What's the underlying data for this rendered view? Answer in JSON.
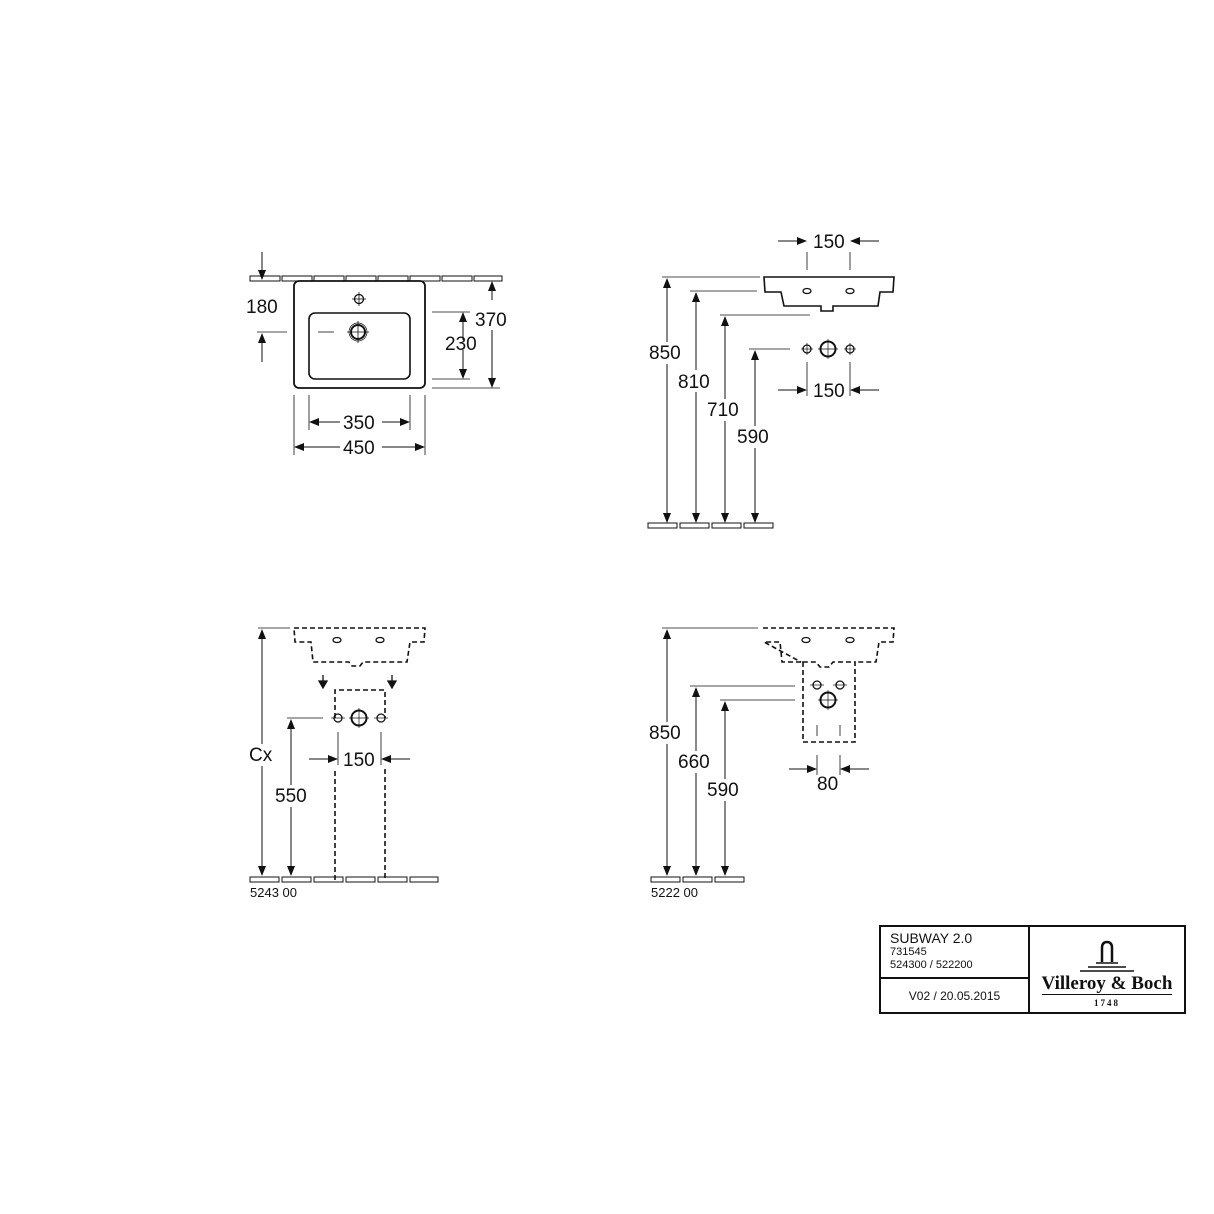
{
  "views": {
    "top_view": {
      "dims": {
        "depth_to_tap_hole": "180",
        "basin_depth": "230",
        "overall_depth": "370",
        "inner_width": "350",
        "overall_width": "450"
      }
    },
    "side_view": {
      "dims": {
        "tap_spacing_top": "150",
        "rim_height": "850",
        "underside_height": "810",
        "waste_height": "710",
        "supply_height": "590",
        "supply_spacing": "150"
      }
    },
    "pedestal_view": {
      "dims": {
        "rim_height": "Cx",
        "supply_height": "550",
        "supply_spacing": "150"
      },
      "product_code": "5243 00"
    },
    "semi_pedestal_view": {
      "dims": {
        "rim_height": "850",
        "supply_height": "660",
        "waste_height": "590",
        "waste_width": "80"
      },
      "product_code": "5222 00"
    }
  },
  "title_block": {
    "product_name": "SUBWAY 2.0",
    "article_number": "731545",
    "accessory_numbers": "524300 / 522200",
    "version": "V02 / 20.05.2015",
    "brand": "Villeroy & Boch",
    "brand_year": "1748",
    "logo_icon": "tap-arch-logo-icon"
  }
}
